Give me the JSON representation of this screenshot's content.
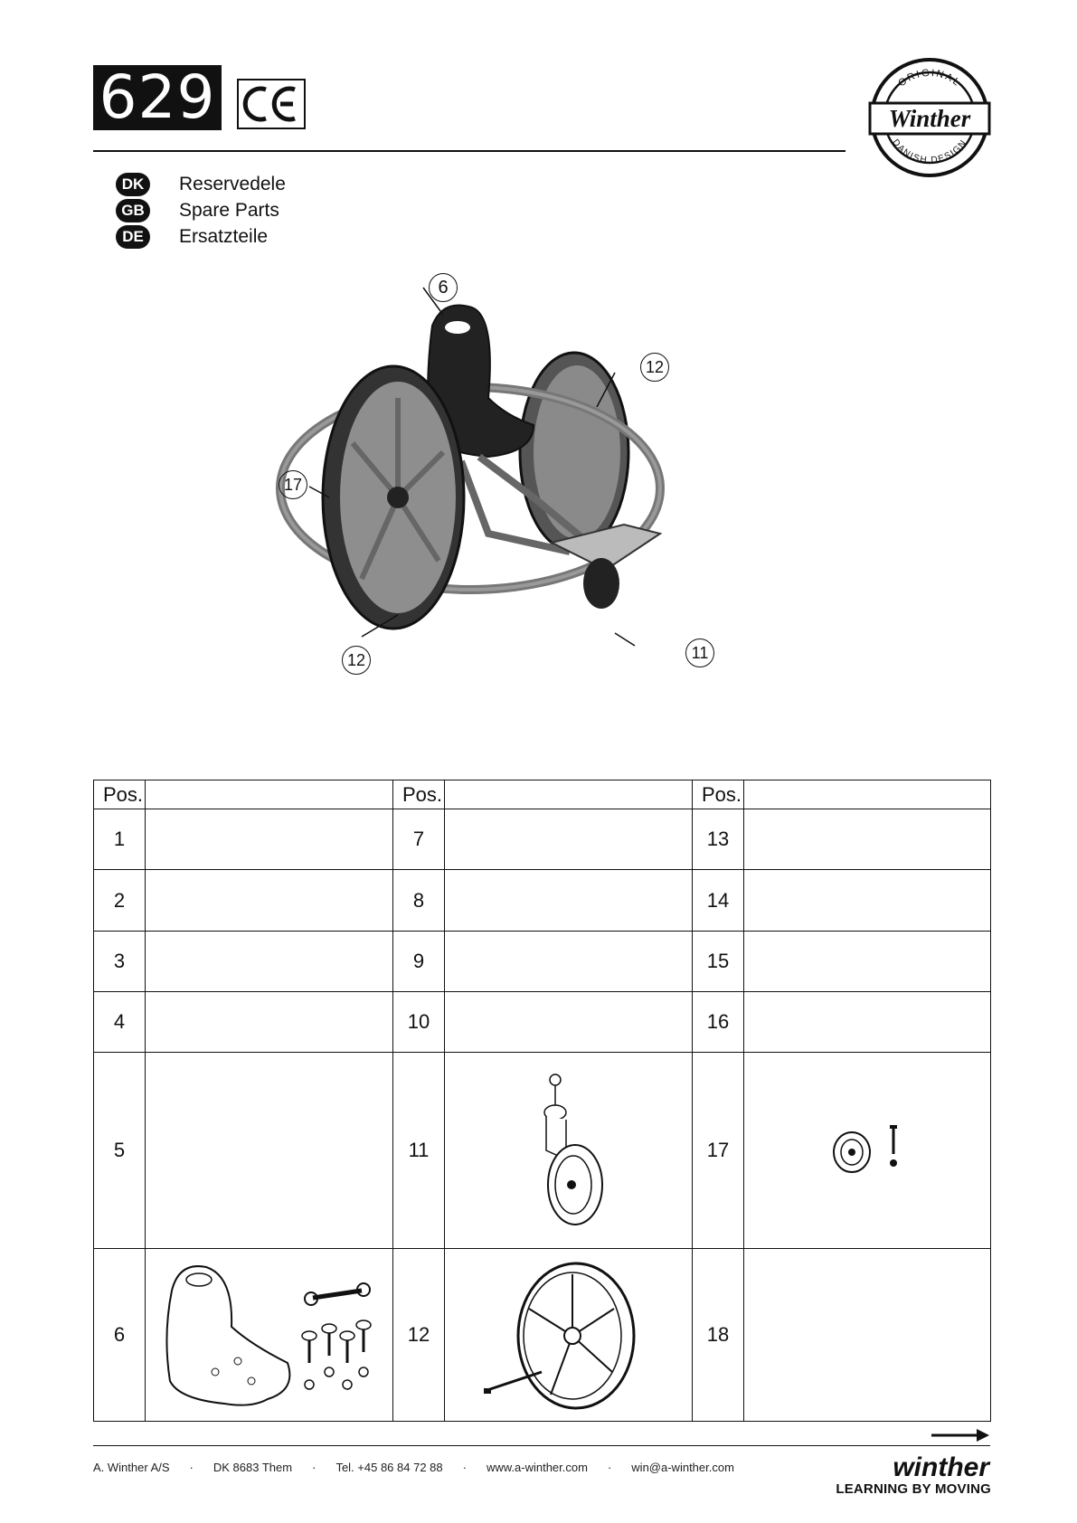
{
  "header": {
    "model_number": "629",
    "ce_mark": "CE",
    "brand_seal": {
      "top": "ORIGINAL",
      "center": "Winther",
      "bottom": "DANISH DESIGN"
    }
  },
  "languages": [
    {
      "code": "DK",
      "label": "Reservedele"
    },
    {
      "code": "GB",
      "label": "Spare Parts"
    },
    {
      "code": "DE",
      "label": "Ersatzteile"
    }
  ],
  "illustration": {
    "callouts": [
      "6",
      "12",
      "17",
      "12",
      "11"
    ]
  },
  "table": {
    "header": [
      "Pos.",
      "Pos.",
      "Pos."
    ],
    "rows": [
      [
        "1",
        "7",
        "13"
      ],
      [
        "2",
        "8",
        "14"
      ],
      [
        "3",
        "9",
        "15"
      ],
      [
        "4",
        "10",
        "16"
      ],
      [
        "5",
        "11",
        "17"
      ],
      [
        "6",
        "12",
        "18"
      ]
    ]
  },
  "footer": {
    "company": "A. Winther A/S",
    "address": "DK 8683 Them",
    "phone": "Tel. +45 86 84 72 88",
    "website": "www.a-winther.com",
    "email": "win@a-winther.com",
    "separator": "·",
    "logo_text": "winther",
    "slogan": "LEARNING BY MOVING"
  }
}
